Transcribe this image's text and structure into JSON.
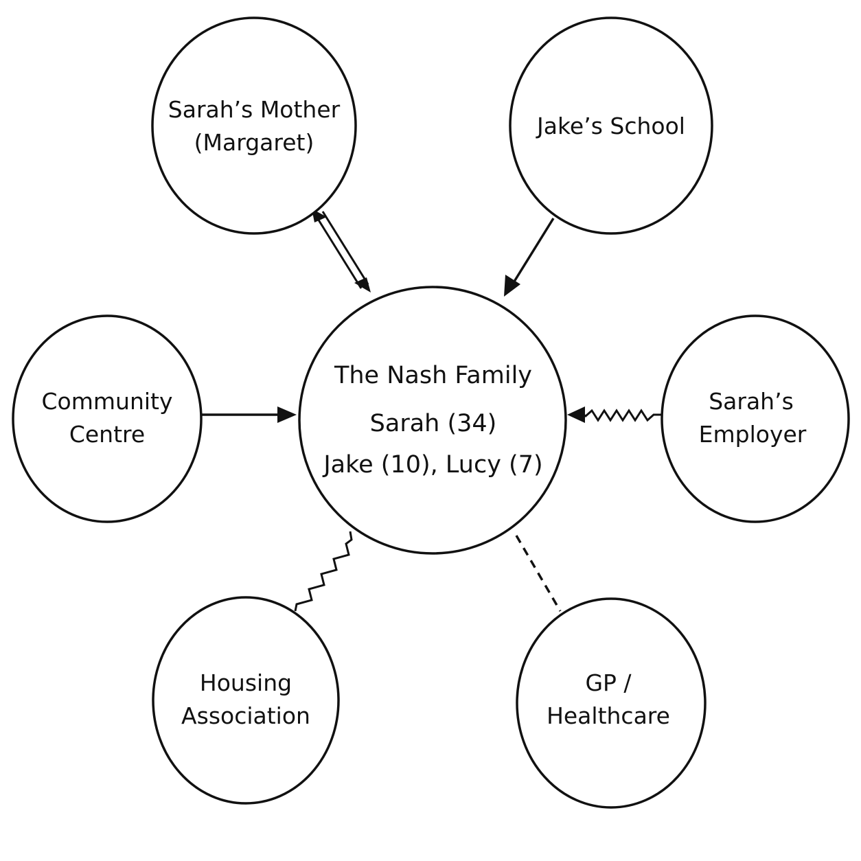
{
  "center": {
    "title": "The Nash Family",
    "line2": "Sarah (34)",
    "line3": "Jake (10), Lucy (7)"
  },
  "nodes": {
    "mother": {
      "line1": "Sarah’s Mother",
      "line2": "(Margaret)"
    },
    "school": {
      "line1": "Jake’s School"
    },
    "community": {
      "line1": "Community",
      "line2": "Centre"
    },
    "employer": {
      "line1": "Sarah’s",
      "line2": "Employer"
    },
    "housing": {
      "line1": "Housing",
      "line2": "Association"
    },
    "gp": {
      "line1": "GP /",
      "line2": "Healthcare"
    }
  },
  "connections": [
    {
      "from": "mother",
      "to": "center",
      "style": "double-line",
      "direction": "both"
    },
    {
      "from": "school",
      "to": "center",
      "style": "solid",
      "direction": "to-center"
    },
    {
      "from": "community",
      "to": "center",
      "style": "solid",
      "direction": "to-center"
    },
    {
      "from": "employer",
      "to": "center",
      "style": "zigzag",
      "direction": "to-center"
    },
    {
      "from": "housing",
      "to": "center",
      "style": "zigzag",
      "direction": "none"
    },
    {
      "from": "gp",
      "to": "center",
      "style": "dashed",
      "direction": "none"
    }
  ]
}
